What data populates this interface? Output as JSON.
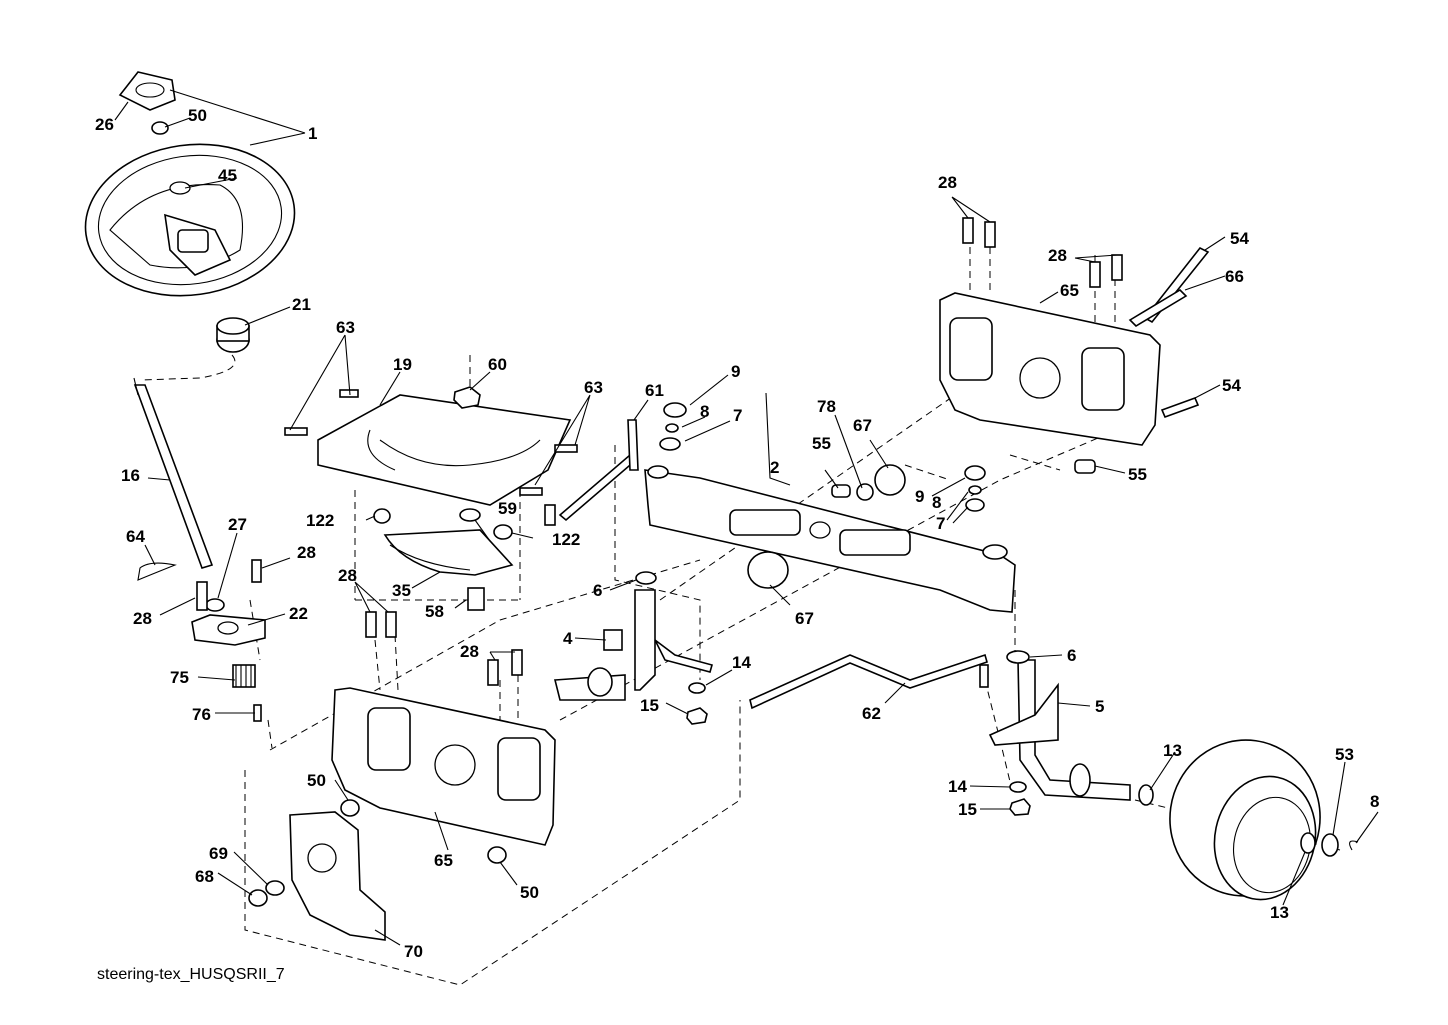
{
  "caption": "steering-tex_HUSQSRII_7",
  "callouts": [
    "1",
    "2",
    "4",
    "5",
    "6",
    "6",
    "7",
    "7",
    "8",
    "8",
    "8",
    "9",
    "9",
    "13",
    "13",
    "14",
    "14",
    "15",
    "15",
    "16",
    "19",
    "21",
    "22",
    "26",
    "27",
    "28",
    "28",
    "28",
    "28",
    "28",
    "28",
    "35",
    "45",
    "50",
    "50",
    "50",
    "53",
    "54",
    "54",
    "55",
    "55",
    "58",
    "59",
    "60",
    "61",
    "62",
    "63",
    "63",
    "64",
    "65",
    "65",
    "66",
    "67",
    "67",
    "68",
    "69",
    "70",
    "75",
    "76",
    "78",
    "122",
    "122"
  ]
}
